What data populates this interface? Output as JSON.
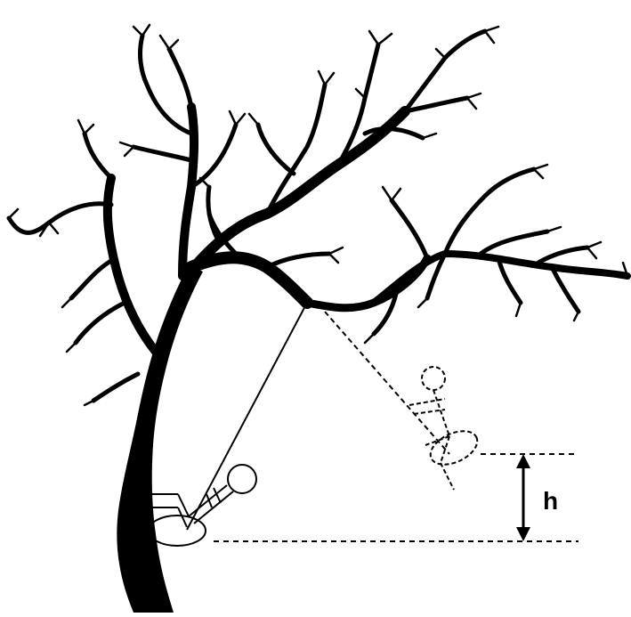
{
  "diagram": {
    "labels": {
      "height": "h"
    },
    "colors": {
      "ink": "#000000",
      "background": "#ffffff"
    },
    "elements": [
      "tree",
      "rope-solid",
      "rope-dashed",
      "person-low",
      "person-high-dashed",
      "height-arrow"
    ]
  }
}
